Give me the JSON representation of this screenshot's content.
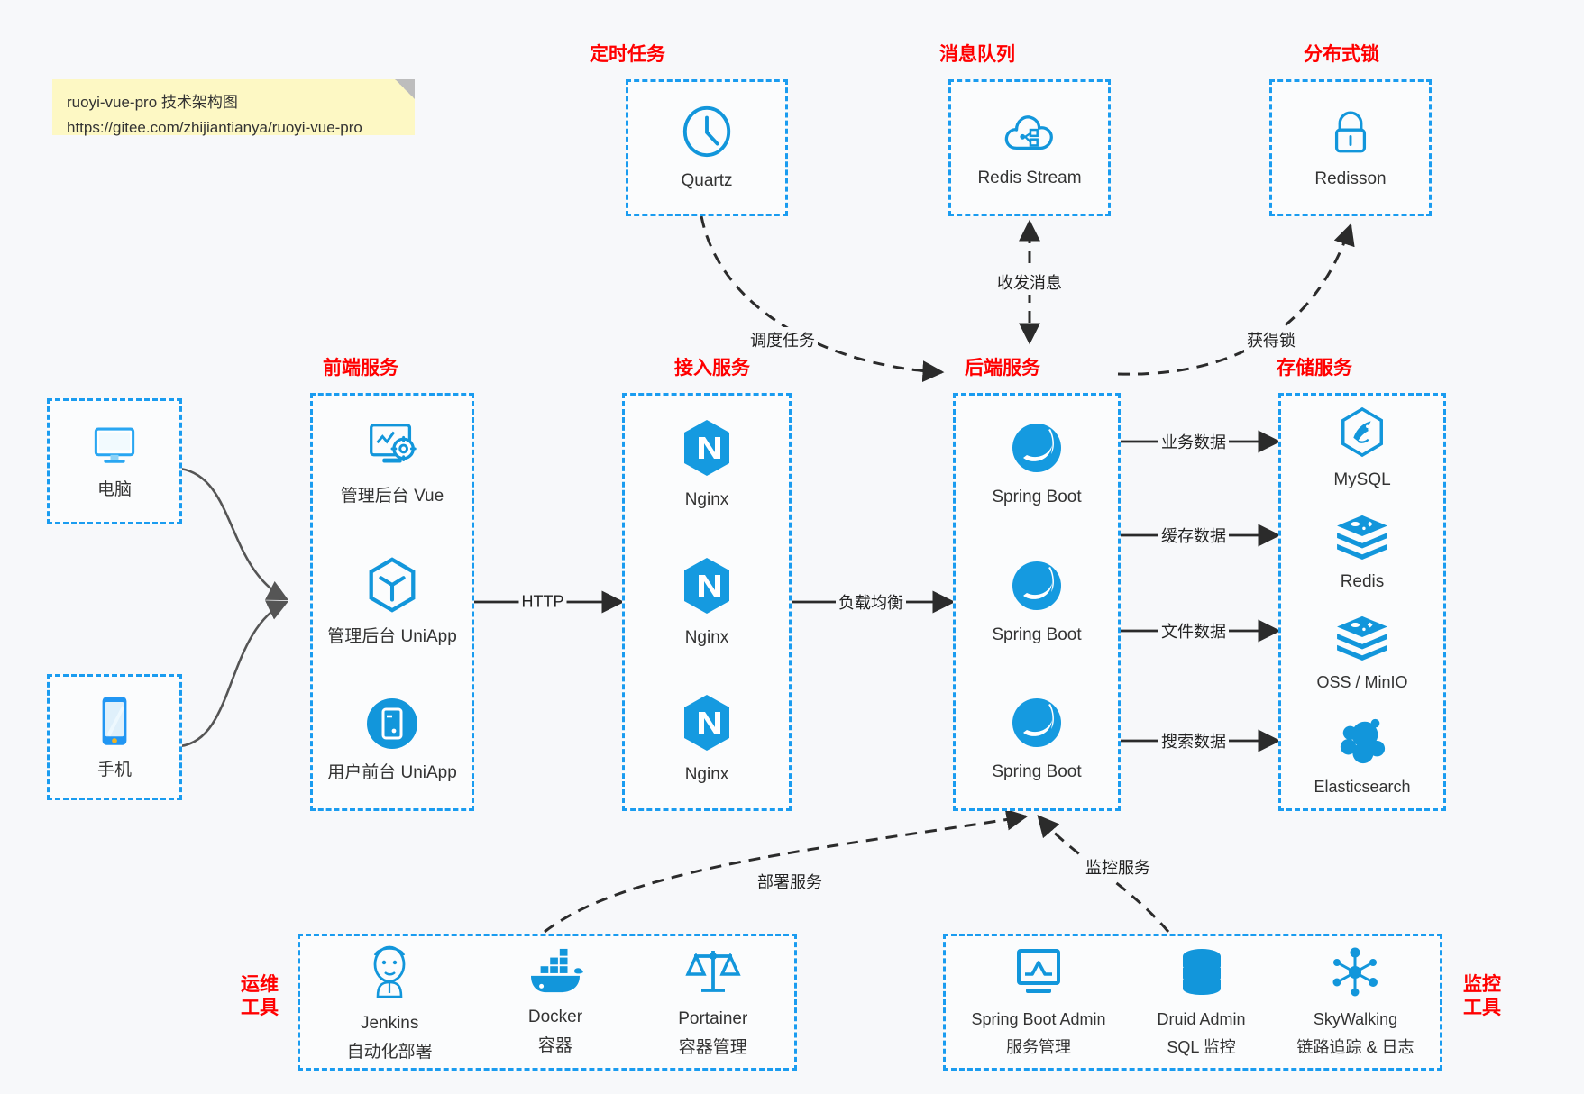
{
  "note": {
    "line1": "ruoyi-vue-pro 技术架构图",
    "line2": "https://gitee.com/zhijiantianya/ruoyi-vue-pro"
  },
  "colors": {
    "accent_blue": "#1a9cf0",
    "icon_blue": "#1296db",
    "title_red": "#ff0000",
    "background": "#f7f8fa",
    "note_yellow": "#fdf8c4",
    "wire_dark": "#333333",
    "wire_gray": "#555555"
  },
  "groups": {
    "scheduler": {
      "title": "定时任务",
      "nodes": [
        {
          "label": "Quartz",
          "icon": "clock-icon"
        }
      ]
    },
    "mq": {
      "title": "消息队列",
      "nodes": [
        {
          "label": "Redis Stream",
          "icon": "cloud-stream-icon"
        }
      ]
    },
    "lock": {
      "title": "分布式锁",
      "nodes": [
        {
          "label": "Redisson",
          "icon": "lock-icon"
        }
      ]
    },
    "clients": {
      "nodes": [
        {
          "label": "电脑",
          "icon": "desktop-icon"
        },
        {
          "label": "手机",
          "icon": "mobile-icon"
        }
      ]
    },
    "frontend": {
      "title": "前端服务",
      "nodes": [
        {
          "label": "管理后台 Vue",
          "icon": "dashboard-gear-icon"
        },
        {
          "label": "管理后台 UniApp",
          "icon": "hexagon-cube-icon"
        },
        {
          "label": "用户前台 UniApp",
          "icon": "mobile-circle-icon"
        }
      ]
    },
    "gateway": {
      "title": "接入服务",
      "nodes": [
        {
          "label": "Nginx",
          "icon": "nginx-icon"
        },
        {
          "label": "Nginx",
          "icon": "nginx-icon"
        },
        {
          "label": "Nginx",
          "icon": "nginx-icon"
        }
      ]
    },
    "backend": {
      "title": "后端服务",
      "nodes": [
        {
          "label": "Spring Boot",
          "icon": "spring-boot-icon"
        },
        {
          "label": "Spring Boot",
          "icon": "spring-boot-icon"
        },
        {
          "label": "Spring Boot",
          "icon": "spring-boot-icon"
        }
      ]
    },
    "storage": {
      "title": "存储服务",
      "nodes": [
        {
          "label": "MySQL",
          "icon": "mysql-icon"
        },
        {
          "label": "Redis",
          "icon": "redis-stack-icon"
        },
        {
          "label": "OSS / MinIO",
          "icon": "oss-stack-icon"
        },
        {
          "label": "Elasticsearch",
          "icon": "elasticsearch-icon"
        }
      ]
    },
    "devops": {
      "title_line1": "运维",
      "title_line2": "工具",
      "nodes": [
        {
          "label": "Jenkins",
          "sub": "自动化部署",
          "icon": "jenkins-icon"
        },
        {
          "label": "Docker",
          "sub": "容器",
          "icon": "docker-icon"
        },
        {
          "label": "Portainer",
          "sub": "容器管理",
          "icon": "scales-icon"
        }
      ]
    },
    "monitor": {
      "title_line1": "监控",
      "title_line2": "工具",
      "nodes": [
        {
          "label": "Spring Boot Admin",
          "sub": "服务管理",
          "icon": "monitor-chart-icon"
        },
        {
          "label": "Druid Admin",
          "sub": "SQL 监控",
          "icon": "database-icon"
        },
        {
          "label": "SkyWalking",
          "sub": "链路追踪 & 日志",
          "icon": "skywalking-icon"
        }
      ]
    }
  },
  "edges": {
    "http": "HTTP",
    "load_balance": "负载均衡",
    "schedule_task": "调度任务",
    "send_receive_message": "收发消息",
    "acquire_lock": "获得锁",
    "business_data": "业务数据",
    "cache_data": "缓存数据",
    "file_data": "文件数据",
    "search_data": "搜索数据",
    "deploy_service": "部署服务",
    "monitor_service": "监控服务"
  }
}
